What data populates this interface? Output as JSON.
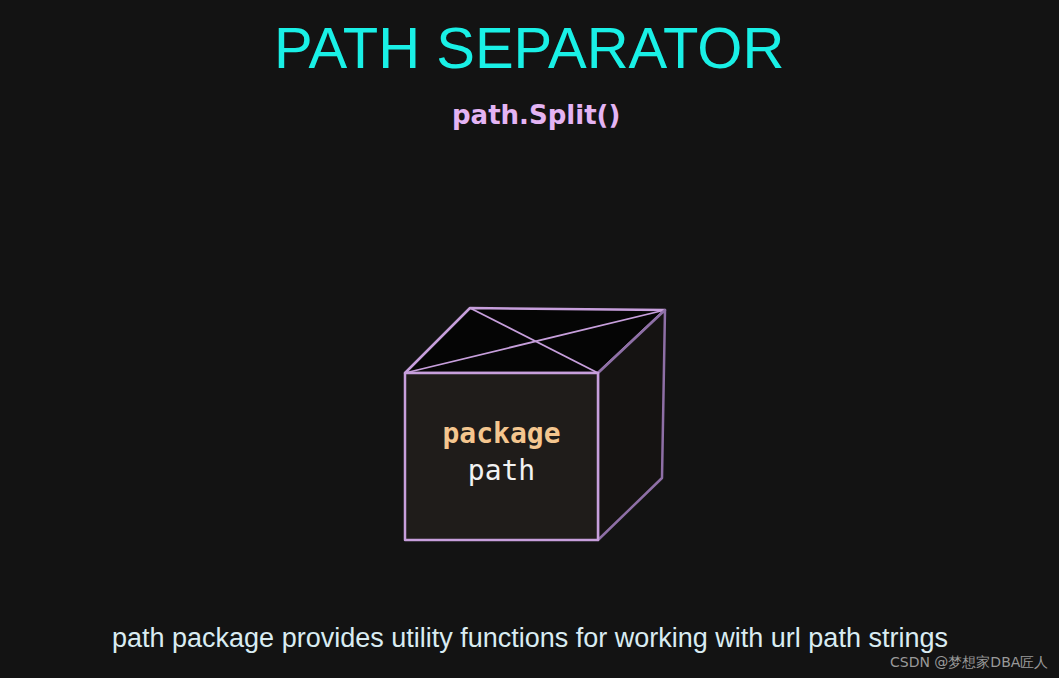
{
  "diagram": {
    "title": "PATH SEPARATOR",
    "caption": "path package provides utility functions for working with url path strings",
    "nodes": [
      {
        "text": [
          "package",
          "path"
        ]
      }
    ],
    "labels": [
      "path.Split()",
      "CSDN @梦想家DBA匠人"
    ]
  }
}
